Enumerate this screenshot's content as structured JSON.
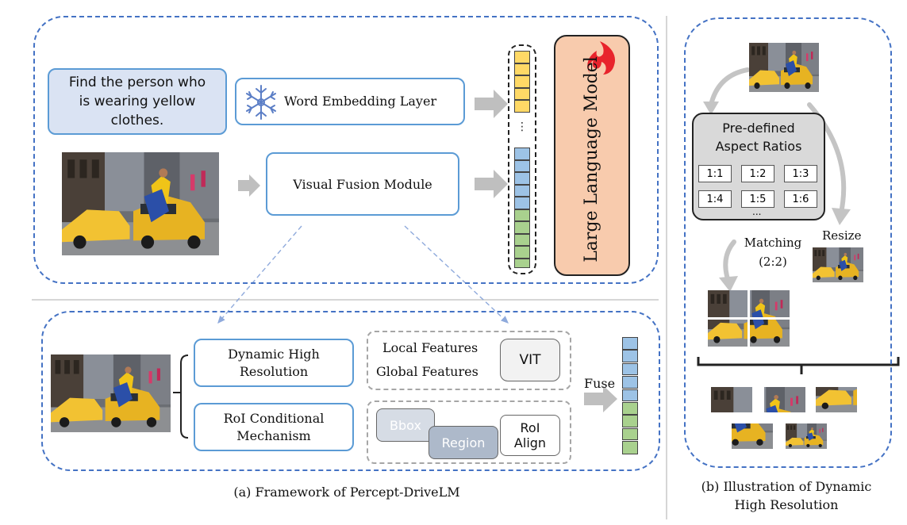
{
  "framework": {
    "caption": "(a) Framework of  Percept-DriveLM",
    "query_text": "Find the person who\nis wearing yellow\nclothes.",
    "word_embedding_label": "Word Embedding Layer",
    "visual_fusion_label": "Visual Fusion Module",
    "llm_label": "Large Language Model",
    "token_ellipsis": "⋮",
    "dynamic_high_res_label": "Dynamic High\nResolution",
    "roi_mechanism_label": "RoI Conditional\nMechanism",
    "local_features_label": "Local Features",
    "global_features_label": "Global Features",
    "vit_label": "VIT",
    "bbox_label": "Bbox",
    "region_label": "Region",
    "roi_align_label": "RoI\nAlign",
    "fuse_label": "Fuse"
  },
  "dynamic_res": {
    "caption": "(b) Illustration of Dynamic\nHigh Resolution",
    "aspect_title": "Pre-defined\nAspect Ratios",
    "ratios": [
      "1:1",
      "1:2",
      "1:3",
      "1:4",
      "1:5",
      "1:6"
    ],
    "ratio_ellipsis": "...",
    "matching_label": "Matching\n(2:2)",
    "resize_label": "Resize"
  },
  "colors": {
    "dashed_border": "#4472c4",
    "box_border": "#5b9bd5",
    "query_fill": "#dae3f3",
    "llm_fill": "#f8cbad",
    "token_yellow": "#ffd966",
    "token_blue": "#9dc3e6",
    "token_green": "#a9d18e",
    "arrow_gray": "#bfbfbf",
    "flame_red": "#e8242c"
  },
  "icons": {
    "snowflake": "snowflake-icon",
    "flame": "flame-icon"
  }
}
